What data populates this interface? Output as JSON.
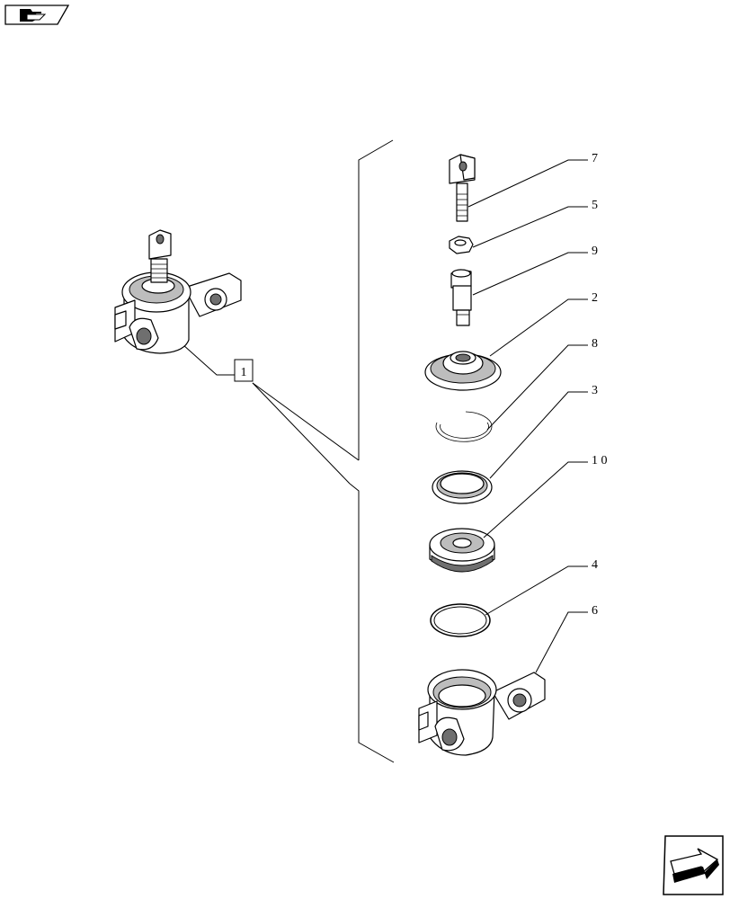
{
  "callouts": [
    {
      "id": "c7",
      "label": "7"
    },
    {
      "id": "c5",
      "label": "5"
    },
    {
      "id": "c9",
      "label": "9"
    },
    {
      "id": "c2",
      "label": "2"
    },
    {
      "id": "c8",
      "label": "8"
    },
    {
      "id": "c3",
      "label": "3"
    },
    {
      "id": "c10",
      "label": "1 0"
    },
    {
      "id": "c4",
      "label": "4"
    },
    {
      "id": "c6",
      "label": "6"
    }
  ],
  "assembly_label": "1",
  "nav": {
    "prev_icon": "book-arrow-icon",
    "next_icon": "next-page-arrow-icon"
  }
}
